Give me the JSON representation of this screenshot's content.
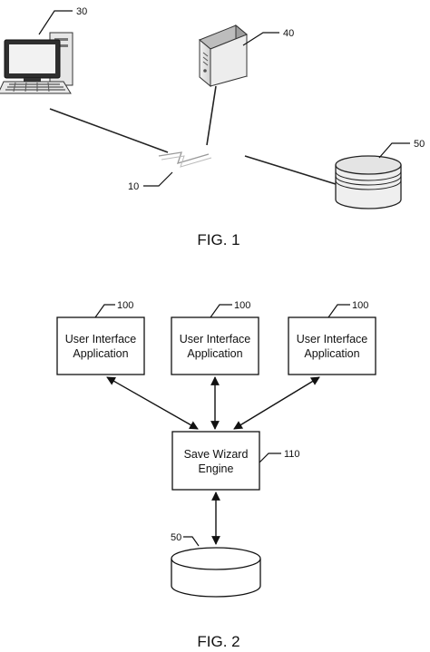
{
  "fig1": {
    "caption": "FIG. 1",
    "refs": {
      "computer": "30",
      "server": "40",
      "database": "50",
      "network": "10"
    },
    "icons": [
      "desktop-computer-icon",
      "server-tower-icon",
      "database-cylinder-icon",
      "network-lightning-icon"
    ]
  },
  "fig2": {
    "caption": "FIG. 2",
    "ui_apps": [
      {
        "line1": "User Interface",
        "line2": "Application",
        "ref": "100"
      },
      {
        "line1": "User Interface",
        "line2": "Application",
        "ref": "100"
      },
      {
        "line1": "User Interface",
        "line2": "Application",
        "ref": "100"
      }
    ],
    "engine": {
      "line1": "Save Wizard",
      "line2": "Engine",
      "ref": "110"
    },
    "database_ref": "50"
  }
}
